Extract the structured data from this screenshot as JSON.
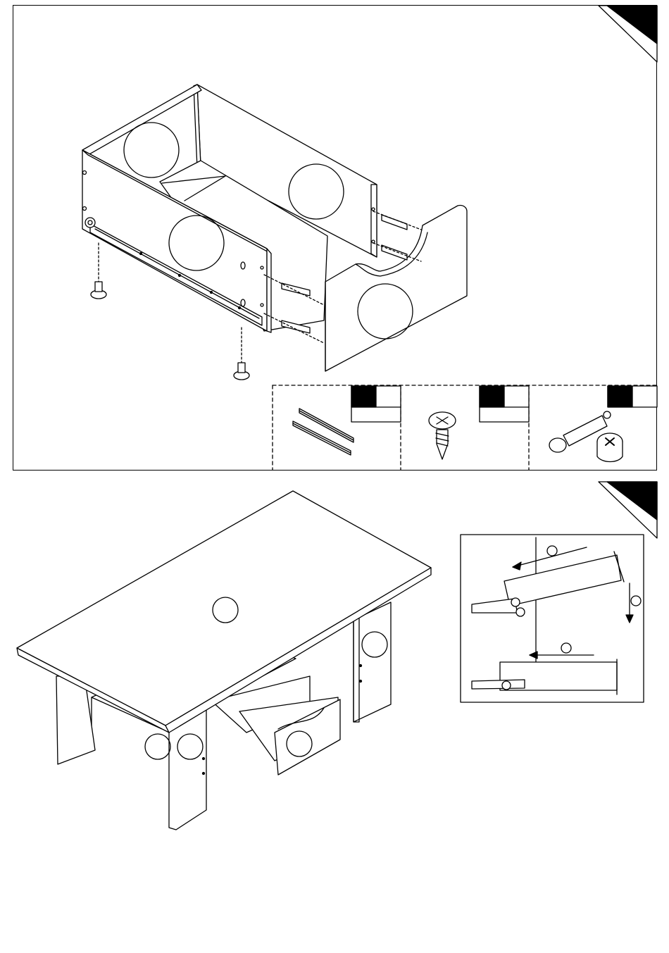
{
  "document": {
    "type": "assembly-instructions",
    "steps": [
      {
        "panel": "top",
        "description_visible": false,
        "parts_legend": [
          {
            "icon": "drawer-rail-icon",
            "count_label": ""
          },
          {
            "icon": "screw-icon",
            "count_label": ""
          },
          {
            "icon": "cam-dowel-icon",
            "count_label": ""
          }
        ]
      },
      {
        "panel": "bottom",
        "inset": {
          "arrows": 3
        }
      }
    ]
  },
  "colors": {
    "ink": "#000000",
    "paper": "#ffffff"
  }
}
